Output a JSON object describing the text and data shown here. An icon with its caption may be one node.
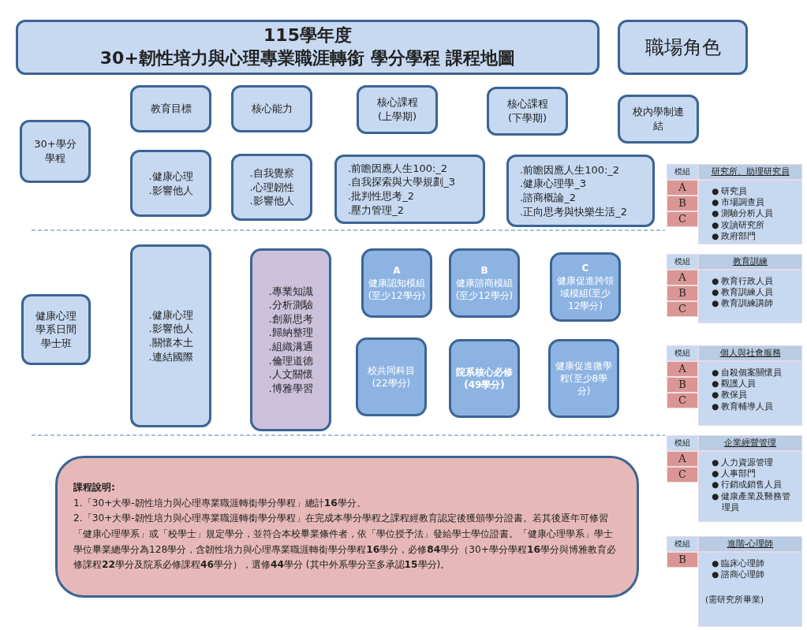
{
  "diagram": {
    "nodes": [
      {
        "text": [
          "115學年度",
          "30+韌性培力與心理專業職涯轉銜 學分學程 課程地圖"
        ]
      },
      {
        "text": [
          "職場角色"
        ]
      },
      {
        "text": [
          "30+學分學程"
        ]
      },
      {
        "text": [
          "教育目標"
        ]
      },
      {
        "text": [
          "核心能力"
        ]
      },
      {
        "text": [
          "核心課程(上學期)"
        ]
      },
      {
        "text": [
          "核心課程(下學期)"
        ]
      },
      {
        "text": [
          "校內學制連結"
        ]
      },
      {
        "text": [
          ".健康心理",
          ".影響他人"
        ]
      },
      {
        "text": [
          ".自我覺察",
          ".心理韌性",
          ".影響他人"
        ]
      },
      {
        "text": [
          ".前瞻因應人生100:_2",
          ".自我探索與大學規劃_3",
          ".批判性思考_2",
          ".壓力管理_2"
        ]
      },
      {
        "text": [
          ".前瞻因應人生100:_2",
          ".健康心理學_3",
          ".諮商概論_2",
          ".正向思考與快樂生活_2"
        ]
      },
      {
        "text": [
          "健康心理學系日間學士班"
        ]
      },
      {
        "text": [
          ".健康心理",
          ".影響他人",
          ".關懷本土",
          ".連結國際"
        ]
      },
      {
        "text": [
          ".專業知識",
          ".分析測驗",
          ".創新思考",
          ".歸納整理",
          ".組織溝通",
          ".倫理道德",
          ".人文關懷",
          ".博雅學習"
        ]
      },
      {
        "text": [
          "A",
          "健康認知模組(至少12學分)"
        ]
      },
      {
        "text": [
          "B",
          "健康諮商模組(至少12學分)"
        ]
      },
      {
        "text": [
          "C",
          "健康促進跨領域模組(至少12學分)"
        ]
      },
      {
        "text": [
          "校共同科目(22學分)"
        ]
      },
      {
        "text": [
          "院系核心必修(49學分)"
        ]
      },
      {
        "text": [
          "健康促進微學程(至少8學分)"
        ]
      },
      {
        "text": [
          "課程說明:",
          "1.「30+大學-韌性培力與心理專業職涯轉銜學分學程」總計**16**學分。",
          "2.「30+大學-韌性培力與心理專業職涯轉銜學分學程」在完成本學分學程之課程經教育認定後獲頒學分證書。若其後逐年可修習「健康心理學系」或「校學士」規定學分，並符合本校畢業條件者，依「學位授予法」發給學士學位證書。「健康心理學系」學士學位畢業總學分為128學分，含韌性培力與心理專業職涯轉銜學分學程**16**學分，必修**84**學分（30+學分學程**16**學分與博雅教育必修課程**22**學分及院系必修課程**46**學分），選修**44**學分 (其中外系學分至多承認**15**學分)。"
        ]
      },
      {
        "text": [
          "模組"
        ]
      },
      {
        "text": [
          "A"
        ]
      },
      {
        "text": [
          "B"
        ]
      },
      {
        "text": [
          "C"
        ]
      },
      {
        "text": [
          "研究所、助理研究員"
        ]
      },
      {
        "text": [
          "● 研究員",
          "● 市場調查員",
          "● 測驗分析人員",
          "● 攻讀研究所",
          "● 政府部門"
        ]
      },
      {
        "text": [
          "模組"
        ]
      },
      {
        "text": [
          "A"
        ]
      },
      {
        "text": [
          "B"
        ]
      },
      {
        "text": [
          "C"
        ]
      },
      {
        "text": [
          "教育訓練"
        ]
      },
      {
        "text": [
          "● 教育行政人員",
          "● 教育訓練人員",
          "● 教育訓練講師"
        ]
      },
      {
        "text": [
          "模組"
        ]
      },
      {
        "text": [
          "A"
        ]
      },
      {
        "text": [
          "B"
        ]
      },
      {
        "text": [
          "C"
        ]
      },
      {
        "text": [
          "個人與社會服務"
        ]
      },
      {
        "text": [
          "● 自殺個案關懷員",
          "● 觀護人員",
          "● 教保員",
          "● 教育輔導人員"
        ]
      },
      {
        "text": [
          "模組"
        ]
      },
      {
        "text": [
          "A"
        ]
      },
      {
        "text": [
          "C"
        ]
      },
      {
        "text": [
          "企業經營管理"
        ]
      },
      {
        "text": [
          "● 人力資源管理",
          "● 人事部門",
          "● 行銷或銷售人員",
          "● 健康產業及醫務管理員"
        ]
      },
      {
        "text": [
          "模組"
        ]
      },
      {
        "text": [
          "B"
        ]
      },
      {
        "text": [
          "進階-心理師"
        ]
      },
      {
        "text": [
          "● 臨床心理師",
          "● 諮商心理師",
          "(需研究所畢業)"
        ]
      }
    ],
    "edges": []
  }
}
